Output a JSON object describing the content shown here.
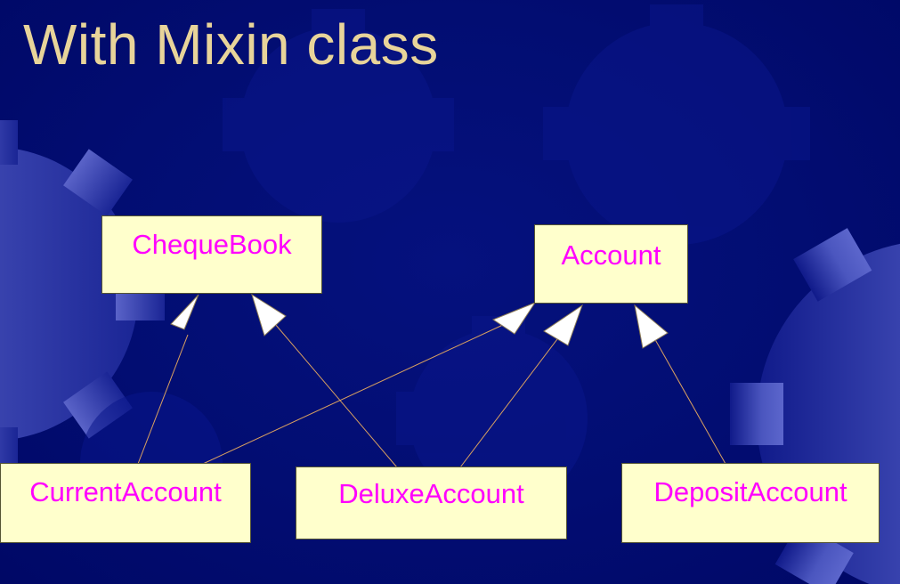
{
  "slide": {
    "title": "With Mixin class"
  },
  "diagram": {
    "type": "uml-class-inheritance",
    "classes": {
      "chequebook": "ChequeBook",
      "account": "Account",
      "current_account": "CurrentAccount",
      "deluxe_account": "DeluxeAccount",
      "deposit_account": "DepositAccount"
    },
    "inheritance": [
      {
        "child": "CurrentAccount",
        "parent": "ChequeBook"
      },
      {
        "child": "CurrentAccount",
        "parent": "Account"
      },
      {
        "child": "DeluxeAccount",
        "parent": "ChequeBook"
      },
      {
        "child": "DeluxeAccount",
        "parent": "Account"
      },
      {
        "child": "DepositAccount",
        "parent": "Account"
      }
    ]
  },
  "colors": {
    "background": "#020d72",
    "title_text": "#e8d49a",
    "box_fill": "#ffffcc",
    "class_text": "#ff00ff",
    "connector_line": "#d8a060",
    "arrowhead_fill": "#ffffff"
  }
}
